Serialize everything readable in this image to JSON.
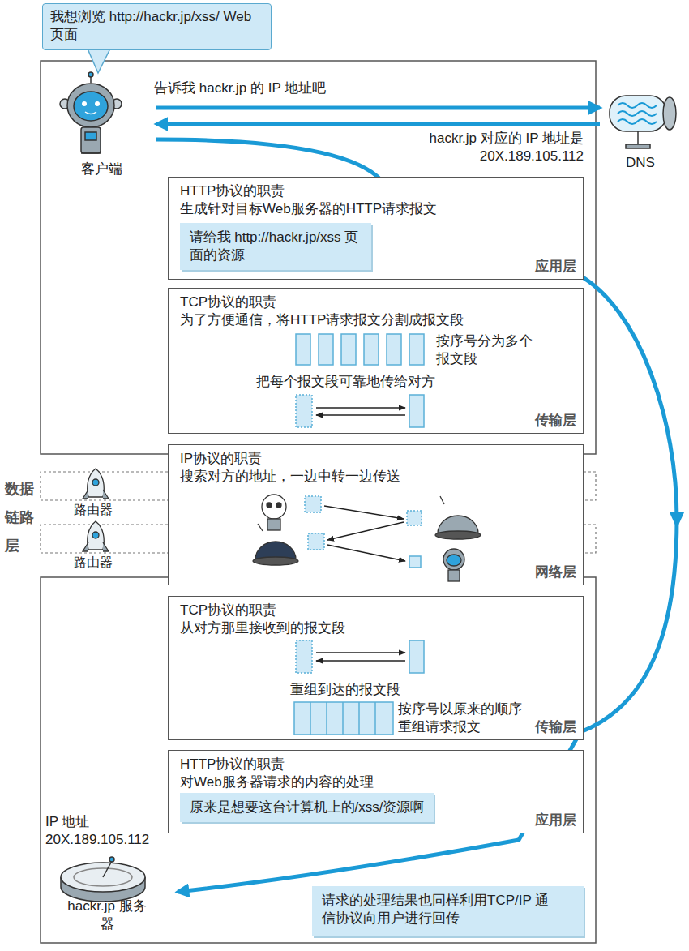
{
  "diagram": {
    "nodes": [
      {
        "text": [
          "我想浏览 http://hackr.jp/xss/ Web页面"
        ]
      },
      {
        "text": [
          "客户端"
        ]
      },
      {
        "text": [
          "DNS"
        ]
      },
      {
        "text": [
          "HTTP协议的职责",
          "生成针对目标Web服务器的HTTP请求报文",
          "应用层"
        ]
      },
      {
        "text": [
          "请给我 http://hackr.jp/xss 页面的资源"
        ],
        "in": 3
      },
      {
        "text": [
          "TCP协议的职责",
          "为了方便通信，将HTTP请求报文分割成报文段",
          "按序号分为多个报文段",
          "把每个报文段可靠地传给对方",
          "传输层"
        ]
      },
      {
        "text": [
          "IP协议的职责",
          "搜索对方的地址，一边中转一边传送",
          "网络层"
        ]
      },
      {
        "text": [
          "TCP协议的职责",
          "从对方那里接收到的报文段",
          "重组到达的报文段",
          "按序号以原来的顺序重组请求报文",
          "传输层"
        ]
      },
      {
        "text": [
          "HTTP协议的职责",
          "对Web服务器请求的内容的处理",
          "应用层"
        ]
      },
      {
        "text": [
          "原来是想要这台计算机上的/xss/资源啊"
        ],
        "in": 8
      },
      {
        "text": [
          "IP 地址 20X.189.105.112",
          "hackr.jp 服务器"
        ]
      },
      {
        "text": [
          "请求的处理结果也同样利用TCP/IP 通信协议向用户进行回传"
        ]
      }
    ],
    "edges": [
      {
        "from": 1,
        "to": 2,
        "label": "告诉我 hackr.jp 的 IP 地址吧",
        "arrow": "to"
      },
      {
        "from": 2,
        "to": 1,
        "label": "hackr.jp 对应的 IP 地址是 20X.189.105.112",
        "arrow": "to"
      },
      {
        "from": 1,
        "to": 10,
        "arrow": "to"
      }
    ],
    "labels": [
      "数据链路层",
      "路由器",
      "路由器"
    ]
  }
}
